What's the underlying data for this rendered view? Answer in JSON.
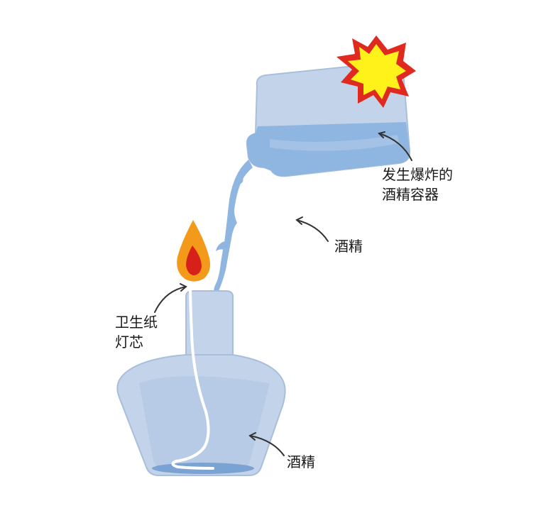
{
  "labels": {
    "container_line1": "发生爆炸的",
    "container_line2": "酒精容器",
    "stream": "酒精",
    "wick_line1": "卫生纸",
    "wick_line2": "灯芯",
    "lamp_alcohol": "酒精"
  },
  "colors": {
    "glass": "#c3d4ea",
    "glass_edge": "#a9bedb",
    "liquid": "#8fb6e0",
    "liquid_dark": "#7aa3d3",
    "explosion_outer": "#e02a1f",
    "explosion_inner": "#fff21a",
    "flame_outer": "#f39a1a",
    "flame_inner": "#d8201a",
    "wick": "#ffffff",
    "arrow": "#333333"
  },
  "icons": {
    "explosion": "explosion-burst-icon",
    "flame": "flame-icon"
  }
}
